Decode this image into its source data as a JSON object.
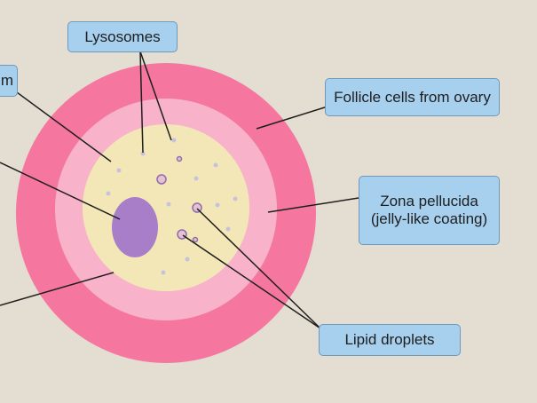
{
  "labels": {
    "lysosomes": "Lysosomes",
    "cut_off_left": "m",
    "follicle_cells": "Follicle cells from ovary",
    "zona_pellucida": "Zona pellucida (jelly-like coating)",
    "lipid_droplets": "Lipid droplets"
  },
  "colors": {
    "background": "#e4ddd1",
    "follicle_ring": "#f5779f",
    "zona_ring": "#f8b3cb",
    "cytoplasm": "#f3e7b8",
    "nucleus": "#a97ec8",
    "label_fill": "#a7cfee",
    "leader_line": "#1e1e1e"
  }
}
